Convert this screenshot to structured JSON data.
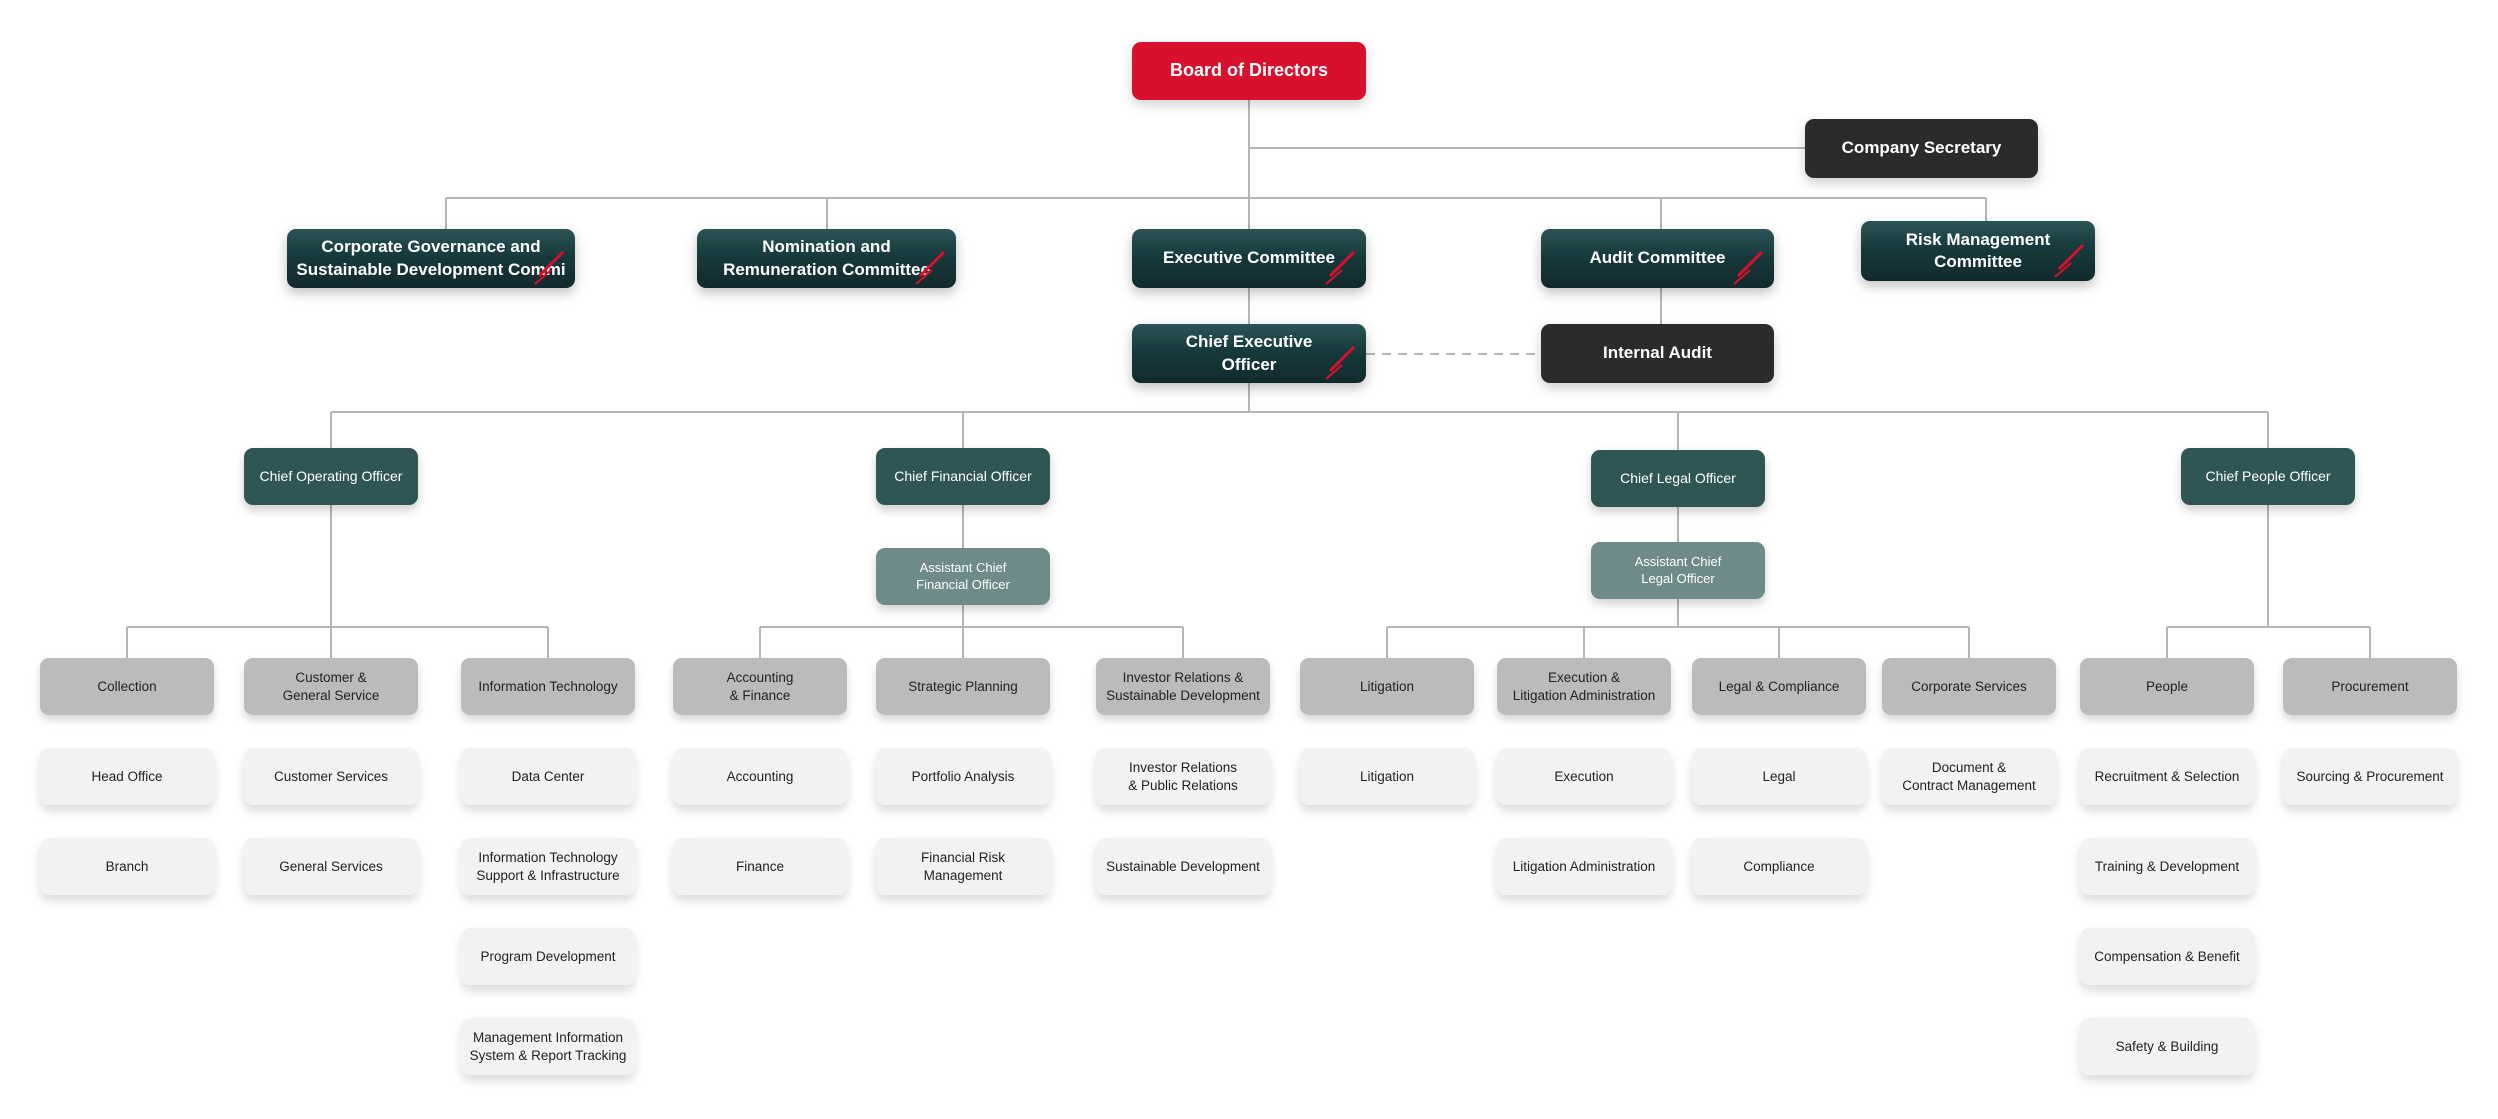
{
  "colors": {
    "board": "#d90f2e",
    "committee": "#173a3d",
    "dark": "#2b2b2b",
    "chief": "#2f5654",
    "assistant": "#6e8a89",
    "department": "#bbbbbb",
    "unit": "#f2f2f2",
    "connector": "#b5b5b5",
    "accent_slash": "#d90f2e"
  },
  "board": "Board of Directors",
  "company_secretary": "Company Secretary",
  "committees": {
    "corporate_governance": "Corporate Governance and\nSustainable Development Commi",
    "nomination": "Nomination and\nRemuneration Committee",
    "executive": "Executive Committee",
    "audit": "Audit Committee",
    "risk": "Risk Management\nCommittee"
  },
  "ceo": "Chief Executive\nOfficer",
  "internal_audit": "Internal Audit",
  "chiefs": {
    "coo": "Chief Operating Officer",
    "cfo": "Chief Financial Officer",
    "clo": "Chief Legal Officer",
    "cpo": "Chief People Officer"
  },
  "assistants": {
    "acfo": "Assistant Chief\nFinancial Officer",
    "aclo": "Assistant Chief\nLegal Officer"
  },
  "departments": [
    {
      "name": "Collection",
      "units": [
        "Head Office",
        "Branch"
      ]
    },
    {
      "name": "Customer &\nGeneral Service",
      "units": [
        "Customer Services",
        "General Services"
      ]
    },
    {
      "name": "Information Technology",
      "units": [
        "Data Center",
        "Information Technology\nSupport & Infrastructure",
        "Program Development",
        "Management Information\nSystem & Report Tracking"
      ]
    },
    {
      "name": "Accounting\n& Finance",
      "units": [
        "Accounting",
        "Finance"
      ]
    },
    {
      "name": "Strategic Planning",
      "units": [
        "Portfolio Analysis",
        "Financial Risk\nManagement"
      ]
    },
    {
      "name": "Investor Relations &\nSustainable Development",
      "units": [
        "Investor Relations\n& Public Relations",
        "Sustainable Development"
      ]
    },
    {
      "name": "Litigation",
      "units": [
        "Litigation"
      ]
    },
    {
      "name": "Execution &\nLitigation Administration",
      "units": [
        "Execution",
        "Litigation Administration"
      ]
    },
    {
      "name": "Legal & Compliance",
      "units": [
        "Legal",
        "Compliance"
      ]
    },
    {
      "name": "Corporate Services",
      "units": [
        "Document &\nContract Management"
      ]
    },
    {
      "name": "People",
      "units": [
        "Recruitment & Selection",
        "Training & Development",
        "Compensation & Benefit",
        "Safety & Building"
      ]
    },
    {
      "name": "Procurement",
      "units": [
        "Sourcing & Procurement"
      ]
    }
  ]
}
